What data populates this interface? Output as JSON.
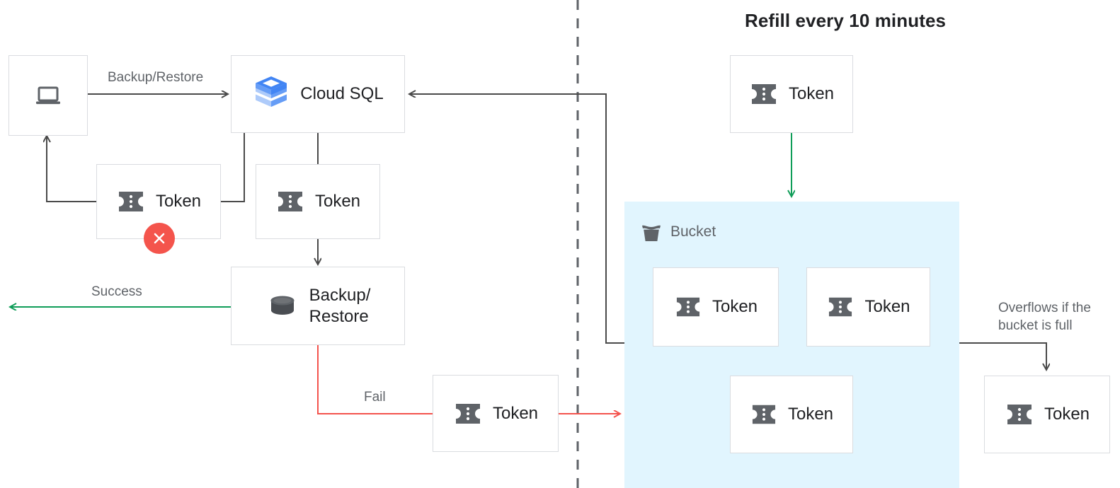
{
  "title": "Refill every 10 minutes",
  "colors": {
    "box_border": "#dadce0",
    "text_dark": "#202124",
    "text_muted": "#5f6368",
    "arrow_gray": "#4a4a4a",
    "arrow_green": "#0f9d58",
    "arrow_red": "#f4534d",
    "bucket_bg": "#e1f5fe",
    "icon_gray": "#5f6368",
    "error_badge": "#f4544c",
    "cloudsql_blue_dark": "#4285f4",
    "cloudsql_blue_mid": "#669df6",
    "cloudsql_blue_light": "#aecbfa"
  },
  "nodes": {
    "client": {
      "name": "client-device",
      "label": "",
      "icon": "laptop-icon"
    },
    "cloud_sql": {
      "name": "cloud-sql",
      "label": "Cloud SQL",
      "icon": "cloud-sql-icon"
    },
    "token_client": {
      "name": "token-client",
      "label": "Token",
      "icon": "token-icon",
      "status": "failed"
    },
    "token_cloudsql": {
      "name": "token-cloudsql",
      "label": "Token",
      "icon": "token-icon"
    },
    "backup_restore": {
      "name": "backup-restore",
      "label": "Backup/\nRestore",
      "icon": "database-icon"
    },
    "token_fail": {
      "name": "token-fail",
      "label": "Token",
      "icon": "token-icon"
    },
    "token_refill": {
      "name": "token-refill",
      "label": "Token",
      "icon": "token-icon"
    },
    "token_bucket_1": {
      "name": "token-bucket-1",
      "label": "Token",
      "icon": "token-icon"
    },
    "token_bucket_2": {
      "name": "token-bucket-2",
      "label": "Token",
      "icon": "token-icon"
    },
    "token_bucket_3": {
      "name": "token-bucket-3",
      "label": "Token",
      "icon": "token-icon"
    },
    "token_overflow": {
      "name": "token-overflow",
      "label": "Token",
      "icon": "token-icon"
    }
  },
  "bucket": {
    "label": "Bucket",
    "icon": "bucket-icon"
  },
  "edge_labels": {
    "backup_restore": "Backup/Restore",
    "success": "Success",
    "fail": "Fail",
    "overflow": "Overflows if the\nbucket is full"
  },
  "divider": {
    "name": "dashed-divider",
    "style": "dashed-vertical"
  }
}
